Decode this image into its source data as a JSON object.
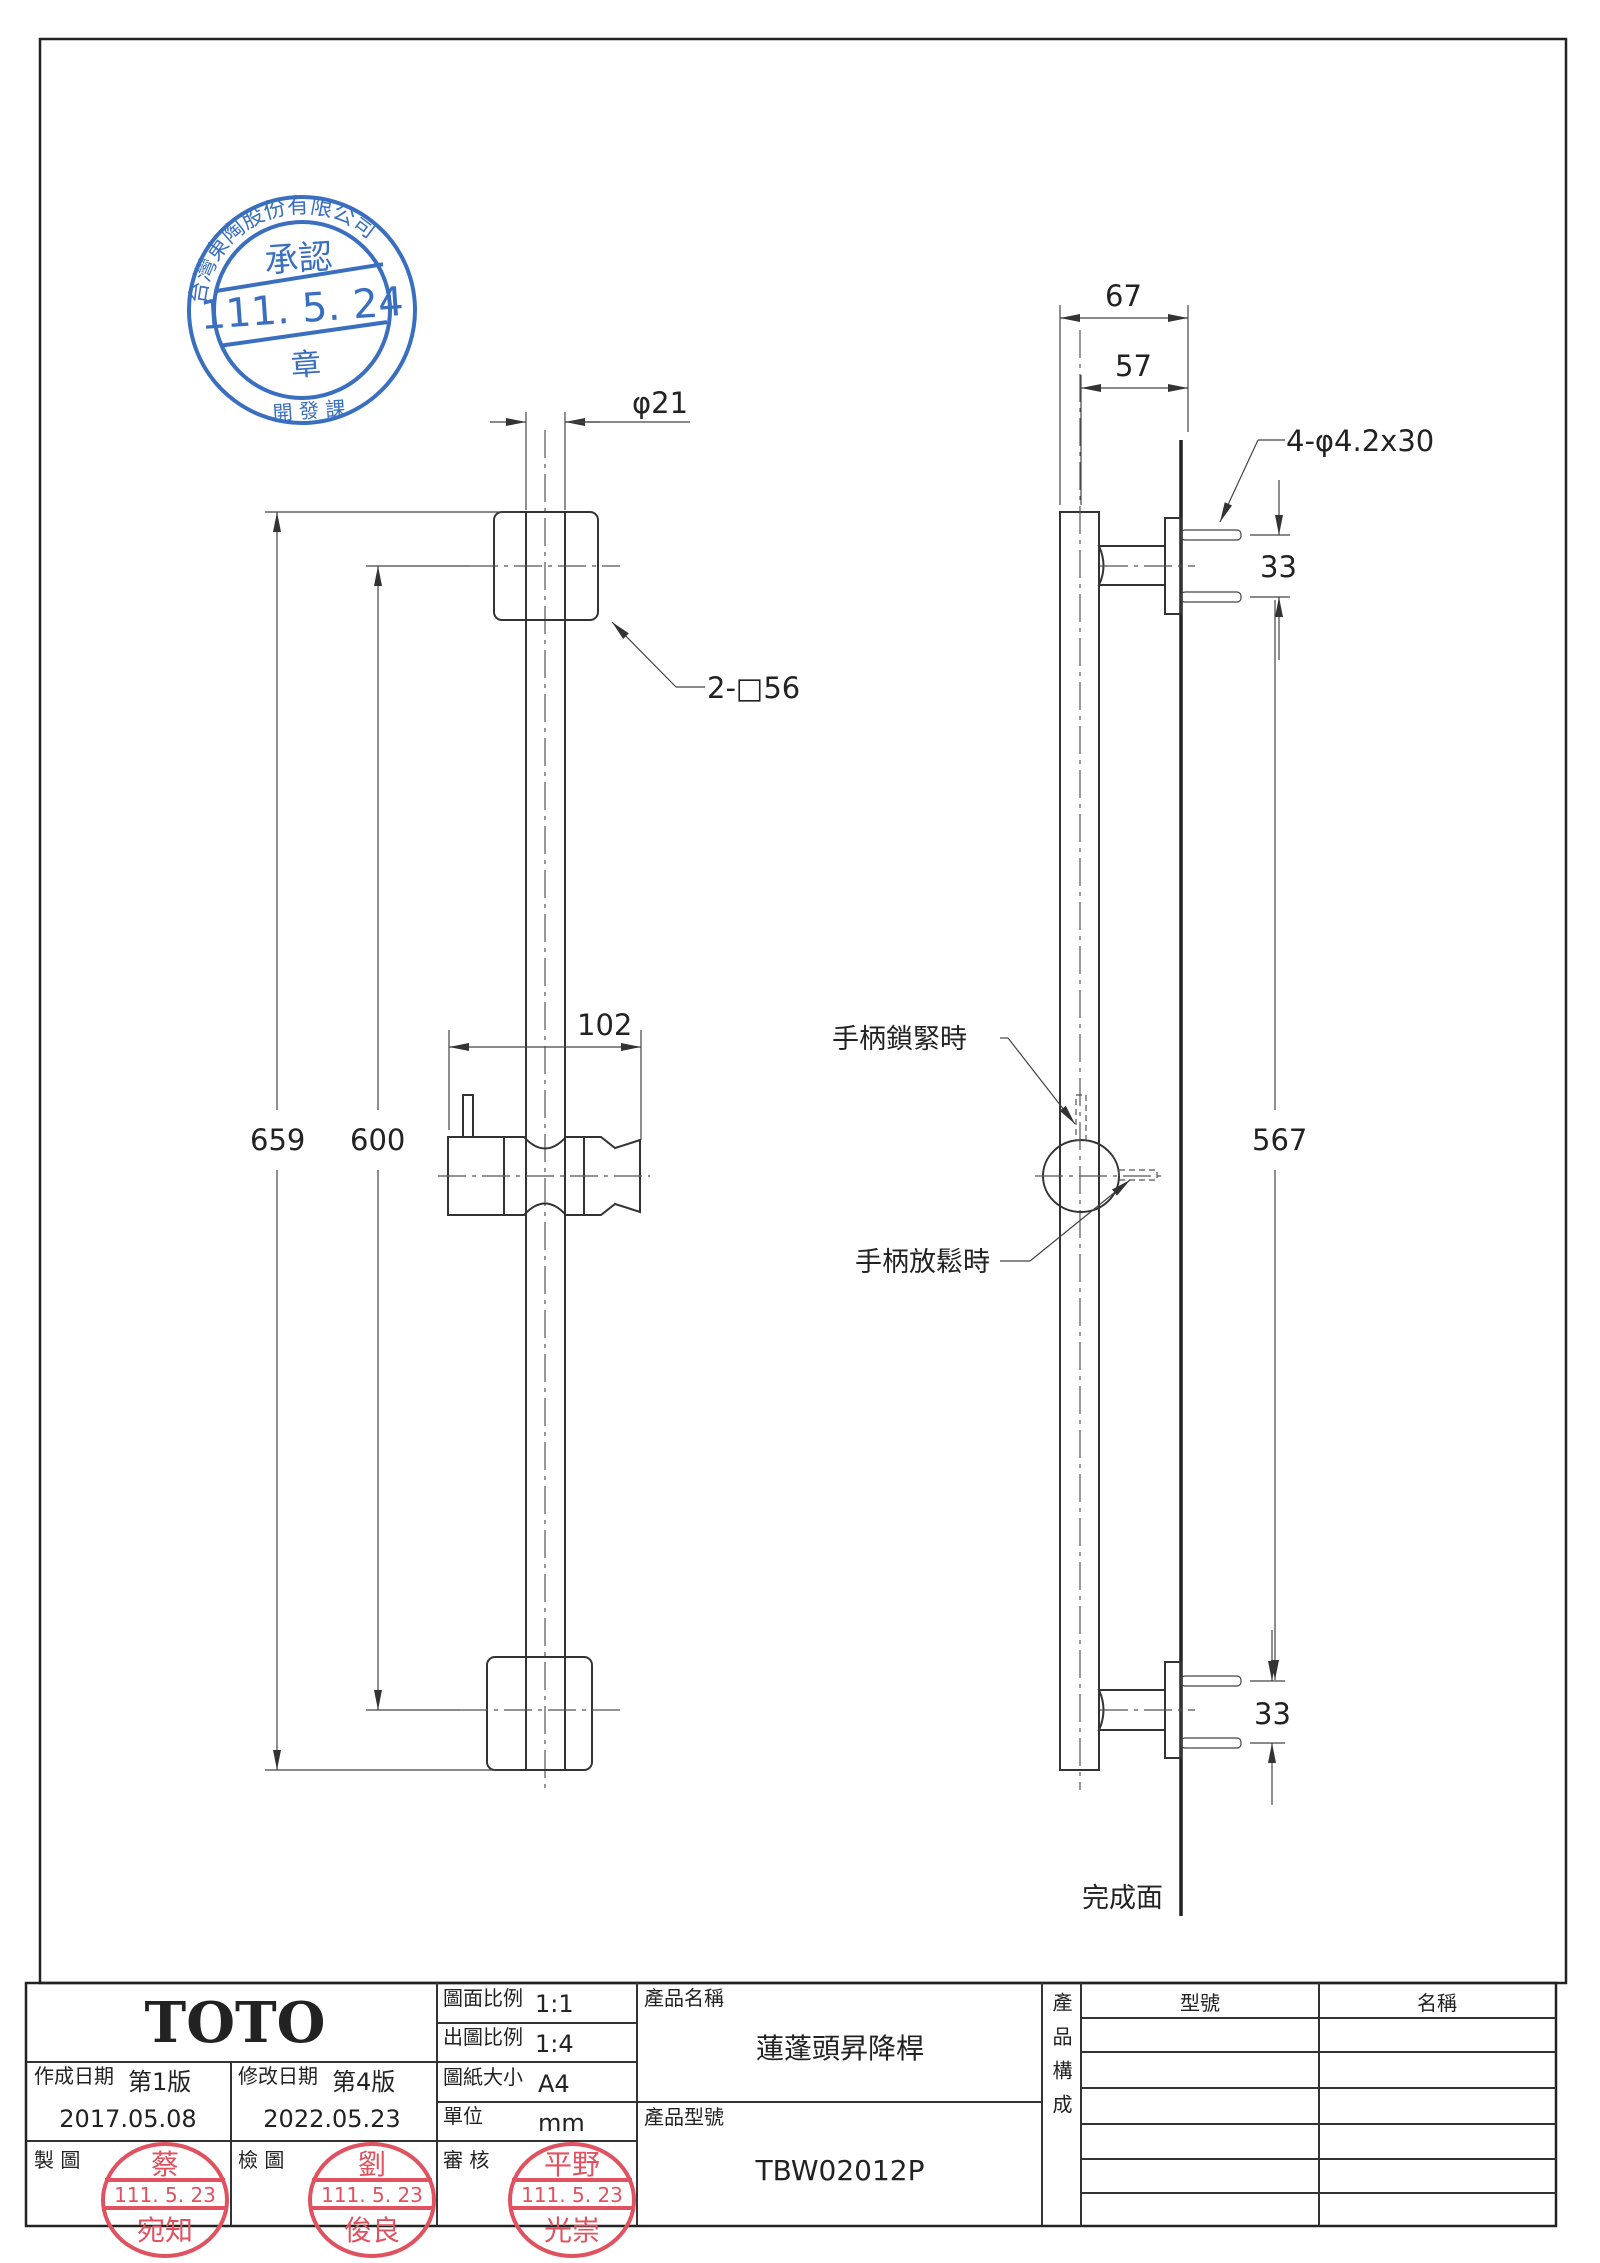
{
  "drawing": {
    "front_view": {
      "diameter_label": "φ21",
      "bracket_label": "2-□56",
      "slider_width": "102",
      "overall_length": "659",
      "mount_spacing": "600"
    },
    "side_view": {
      "depth_outer": "67",
      "depth_inner": "57",
      "screw_label": "4-φ4.2x30",
      "screw_spacing_top": "33",
      "screw_spacing_bottom": "33",
      "screw_center_distance": "567",
      "handle_locked": "手柄鎖緊時",
      "handle_released": "手柄放鬆時",
      "finished_surface": "完成面"
    }
  },
  "approval_stamp": {
    "company": "台灣東陶股份有限公司",
    "title": "承認",
    "date": "111. 5. 24",
    "seal": "章",
    "department": "開 發 課"
  },
  "title_block": {
    "brand": "TOTO",
    "drawing_scale_label": "圖面比例",
    "drawing_scale": "1:1",
    "print_scale_label": "出圖比例",
    "print_scale": "1:4",
    "paper_size_label": "圖紙大小",
    "paper_size": "A4",
    "unit_label": "單位",
    "unit": "mm",
    "created_label": "作成日期",
    "created_version": "第1版",
    "created_date": "2017.05.08",
    "modified_label": "修改日期",
    "modified_version": "第4版",
    "modified_date": "2022.05.23",
    "drawn_label": "製 圖",
    "checked_label": "檢 圖",
    "reviewed_label": "審 核",
    "product_name_label": "產品名稱",
    "product_name": "蓮蓬頭昇降桿",
    "product_model_label": "產品型號",
    "product_model": "TBW02012P",
    "composition_label": "產品構成",
    "composition_headers": [
      "型號",
      "名稱"
    ],
    "composition_rows": 6
  },
  "signature_stamps": [
    {
      "top": "蔡",
      "date": "111. 5. 23",
      "bottom": "宛知"
    },
    {
      "top": "劉",
      "date": "111. 5. 23",
      "bottom": "俊良"
    },
    {
      "top": "平野",
      "date": "111. 5. 23",
      "bottom": "光崇"
    }
  ],
  "colors": {
    "line": "#222222",
    "approval_stamp": "#3a6fc0",
    "signature_stamp": "#e0525f"
  }
}
